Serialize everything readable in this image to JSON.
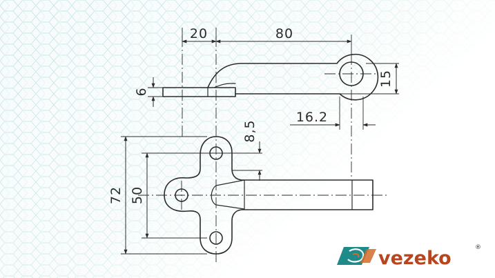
{
  "drawing": {
    "dimensions": {
      "tab_offset": "20",
      "arm_length": "80",
      "plate_thickness": "6",
      "eye_height": "15",
      "eye_diameter": "16.2",
      "hole_offset": "8,5",
      "overall_height": "72",
      "hole_spacing": "50"
    }
  },
  "brand": {
    "name": "vezeko",
    "registered_mark": "®",
    "colors": {
      "text": "#b8451e",
      "icon_teal": "#1e8a8a",
      "icon_orange": "#d36a2a"
    }
  },
  "colors": {
    "line": "#2b2b2b",
    "background_pattern": "#cfe9ea"
  }
}
